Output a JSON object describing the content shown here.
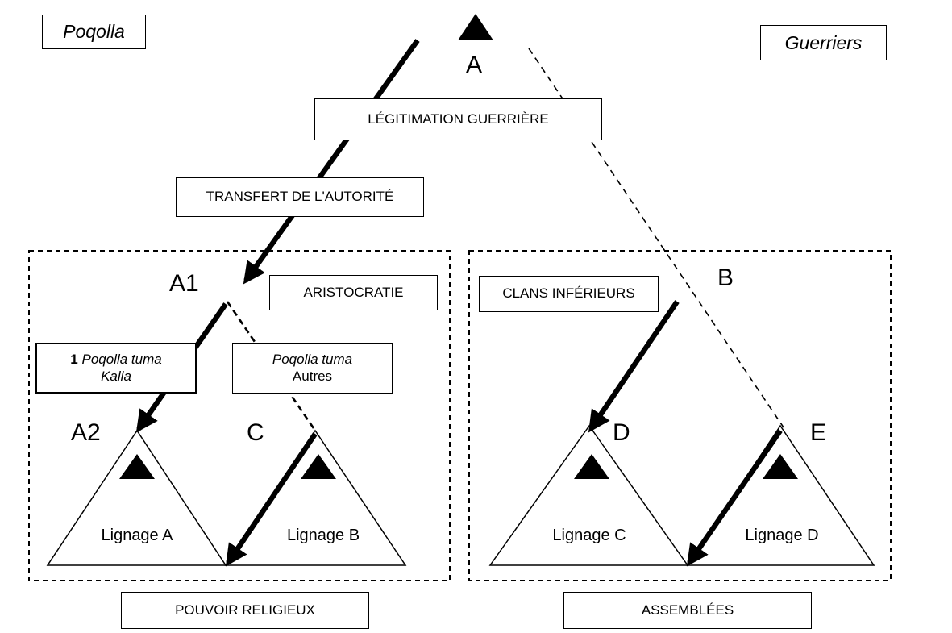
{
  "corners": {
    "left": "Poqolla",
    "right": "Guerriers"
  },
  "nodes": {
    "a": "A",
    "a1": "A1",
    "a2": "A2",
    "b": "B",
    "c": "C",
    "d": "D",
    "e": "E"
  },
  "boxes": {
    "legitimation": "LÉGITIMATION GUERRIÈRE",
    "transfert": "TRANSFERT DE L'AUTORITÉ",
    "aristocratie": "ARISTOCRATIE",
    "clans": "CLANS INFÉRIEURS",
    "tuma_kalla": {
      "num": "1",
      "italic": "Poqolla tuma",
      "line2": "Kalla"
    },
    "tuma_autres": {
      "italic": "Poqolla tuma",
      "line2": "Autres"
    },
    "pouvoir": "POUVOIR RELIGIEUX",
    "assemblees": "ASSEMBLÉES"
  },
  "lineages": {
    "a": "Lignage A",
    "b": "Lignage B",
    "c": "Lignage C",
    "d": "Lignage D"
  }
}
